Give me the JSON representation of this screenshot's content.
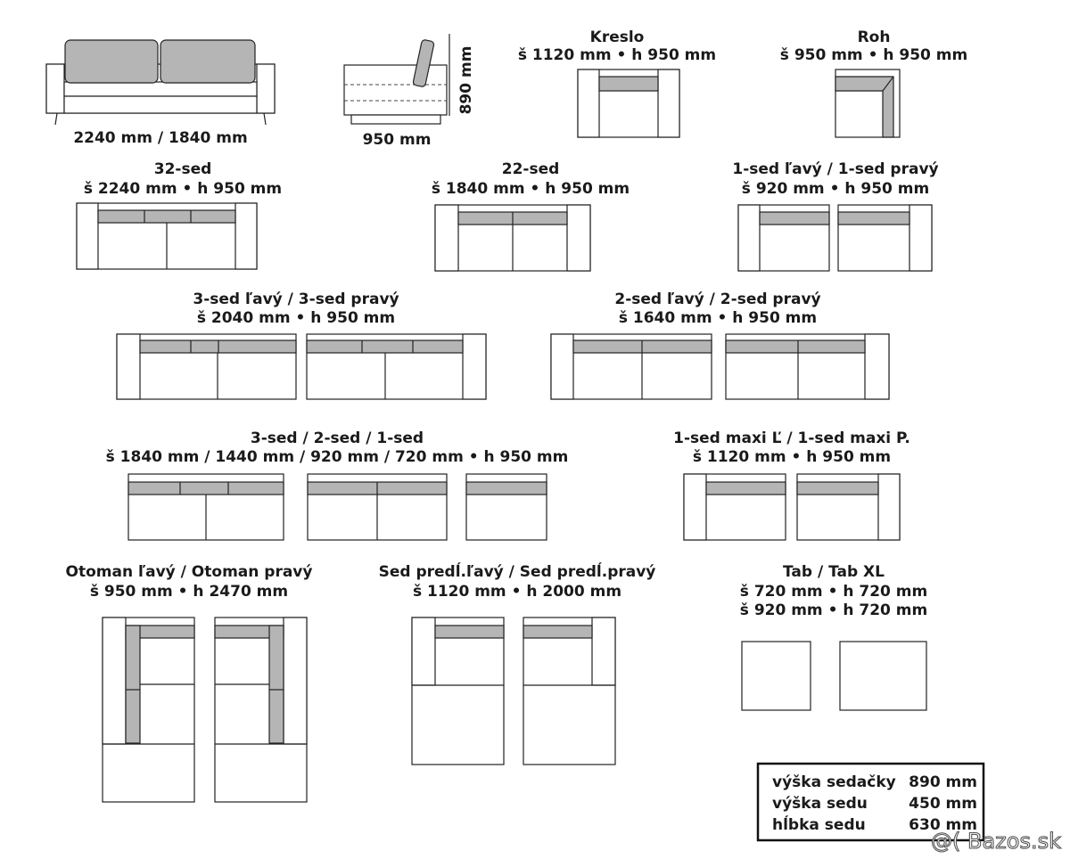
{
  "overview": {
    "sofa_dims": "2240 mm / 1840 mm",
    "side_width": "950 mm",
    "side_height": "890 mm"
  },
  "modules": {
    "kreslo": {
      "title": "Kreslo",
      "dims": "š 1120 mm • h 950 mm"
    },
    "roh": {
      "title": "Roh",
      "dims": "š 950 mm • h 950 mm"
    },
    "sed32": {
      "title": "32-sed",
      "dims": "š 2240 mm • h 950 mm"
    },
    "sed22": {
      "title": "22-sed",
      "dims": "š 1840 mm • h 950 mm"
    },
    "sed1": {
      "title": "1-sed ľavý / 1-sed pravý",
      "dims": "š 920 mm • h 950 mm"
    },
    "sed3lp": {
      "title": "3-sed ľavý / 3-sed pravý",
      "dims": "š 2040 mm • h 950 mm"
    },
    "sed2lp": {
      "title": "2-sed ľavý / 2-sed pravý",
      "dims": "š 1640 mm • h 950 mm"
    },
    "sed321": {
      "title": "3-sed / 2-sed  / 1-sed",
      "dims": "š 1840 mm / 1440 mm / 920 mm / 720 mm • h 950 mm"
    },
    "maxi": {
      "title": "1-sed maxi  Ľ / 1-sed maxi P.",
      "dims": "š 1120 mm • h 950 mm"
    },
    "otoman": {
      "title": "Otoman ľavý / Otoman pravý",
      "dims": "š 950 mm • h 2470 mm"
    },
    "predl": {
      "title": "Sed predĺ.ľavý / Sed predĺ.pravý",
      "dims": "š 1120 mm • h 2000 mm"
    },
    "tab": {
      "title": "Tab  /  Tab XL",
      "dims1": "š 720 mm • h 720 mm",
      "dims2": "š 920 mm • h 720 mm"
    }
  },
  "spec_table": {
    "rows": [
      {
        "label": "výška sedačky",
        "value": "890 mm"
      },
      {
        "label": "výška sedu",
        "value": "450 mm"
      },
      {
        "label": "hĺbka sedu",
        "value": "630 mm"
      }
    ]
  },
  "watermark": "@( Bazos.sk"
}
